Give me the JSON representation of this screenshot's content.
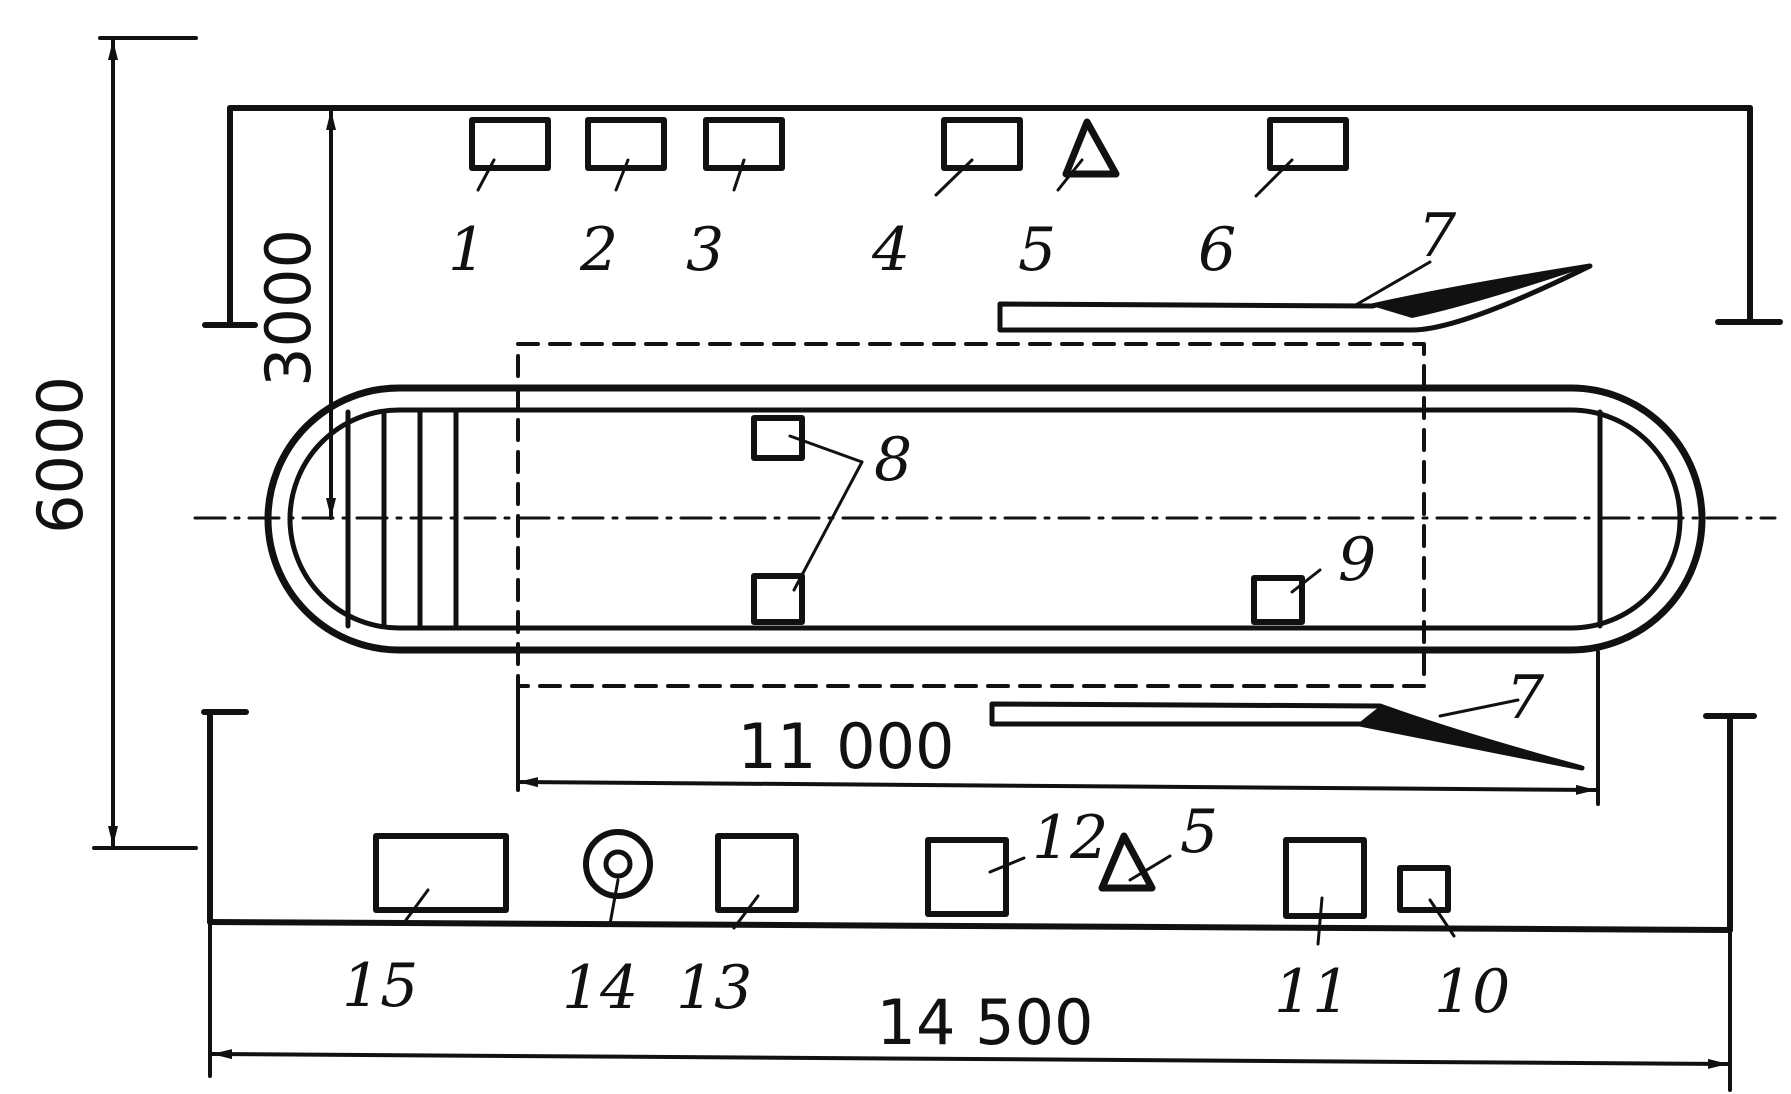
{
  "dimensions": {
    "total_height": "6000",
    "half_height": "3000",
    "pit_length": "11 000",
    "total_length": "14 500"
  },
  "labels": {
    "l1": "1",
    "l2": "2",
    "l3": "3",
    "l4": "4",
    "l5_top": "5",
    "l6": "6",
    "l7_top": "7",
    "l7_bottom": "7",
    "l8": "8",
    "l9": "9",
    "l10": "10",
    "l11": "11",
    "l12": "12",
    "l5_bottom": "5",
    "l13": "13",
    "l14": "14",
    "l15": "15"
  },
  "colors": {
    "ink": "#111111",
    "background": "#ffffff"
  }
}
